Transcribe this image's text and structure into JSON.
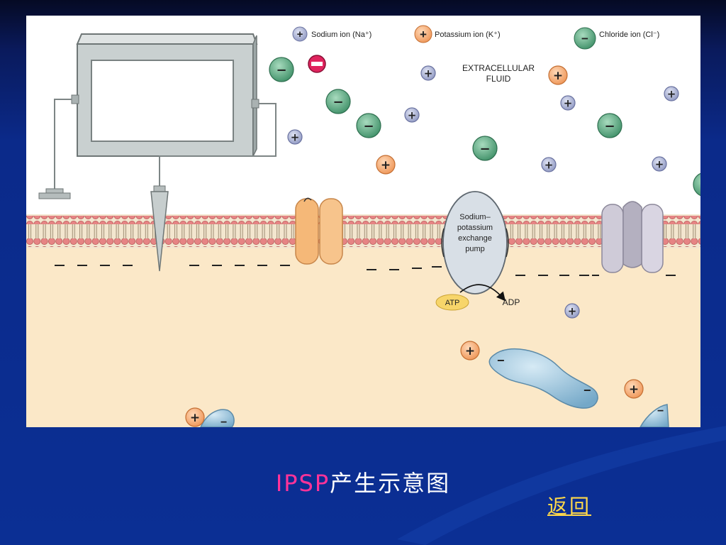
{
  "slide": {
    "caption_latin": "IPSP",
    "caption_chinese": "产生示意图",
    "back_link": "返回"
  },
  "diagram": {
    "legend": {
      "sodium": "Sodium ion (Na⁺)",
      "potassium": "Potassium ion (K⁺)",
      "chloride": "Chloride ion (Cl⁻)"
    },
    "region_label_1": "EXTRACELLULAR",
    "region_label_2": "FLUID",
    "pump_label": [
      "Sodium–",
      "potassium",
      "exchange",
      "pump"
    ],
    "atp": "ATP",
    "adp": "ADP",
    "plus": "+",
    "minus": "−"
  },
  "colors": {
    "sodium": "#9aa3c8",
    "potassium": "#f2a36a",
    "chloride": "#4fa07a",
    "cytoplasm": "#fbe8c8",
    "membrane_head": "#e07a7a",
    "channel_orange": "#f5b878",
    "channel_gray": "#cfcbd8",
    "pump": "#d8dfe6",
    "atp": "#f7d56a",
    "anion_blob": "#8fbcd6"
  }
}
